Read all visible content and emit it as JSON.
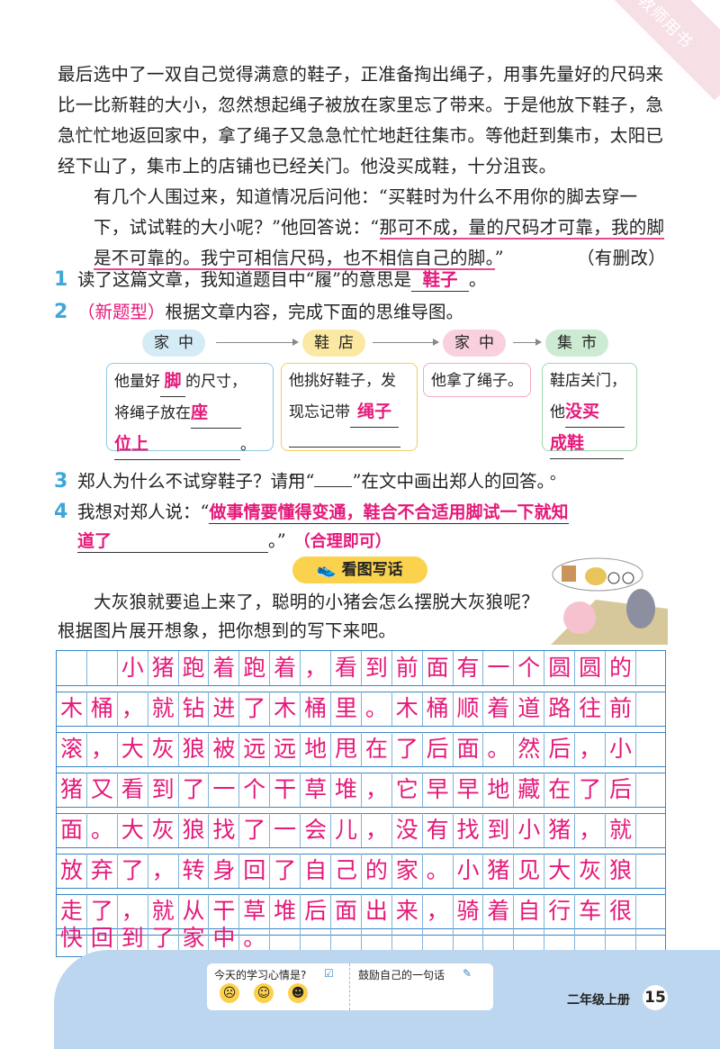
{
  "watermark": "教师用书",
  "passage": {
    "p1": "最后选中了一双自己觉得满意的鞋子，正准备掏出绳子，用事先量好的尺码来比一比新鞋的大小，忽然想起绳子被放在家里忘了带来。于是他放下鞋子，急急忙忙地返回家中，拿了绳子又急急忙忙地赶往集市。等他赶到集市，太阳已经下山了，集市上的店铺也已经关门。他没买成鞋，十分沮丧。",
    "p2_a": "有几个人围过来，知道情况后问他：“买鞋时为什么不用你的脚去穿一下，试试鞋的大小呢？”他回答说：“",
    "p2_u": "那可不成，量的尺码才可靠，我的脚是不可靠的。我宁可相信尺码，也不相信自己的脚。",
    "p2_b": "”",
    "note": "（有删改）"
  },
  "q1": {
    "num": "1",
    "text_a": "读了这篇文章，我知道题目中“履”的意思是",
    "answer": "鞋子",
    "text_b": "。"
  },
  "q2": {
    "num": "2",
    "tag": "（新题型）",
    "text": "根据文章内容，完成下面的思维导图。"
  },
  "mindmap": {
    "nodes": [
      "家中",
      "鞋店",
      "家中",
      "集市"
    ],
    "box1": {
      "a": "他量好",
      "ans1": "脚",
      "b": "的尺寸，",
      "c": "将绳子放在",
      "ans2a": "座",
      "ans2b": "位上",
      "d": "。"
    },
    "box2": {
      "a": "他挑好鞋子，发",
      "b": "现忘记带",
      "ans": "绳子",
      "c": "。"
    },
    "box3": {
      "a": "他拿了绳子。"
    },
    "box4": {
      "a": "鞋店关门，",
      "b": "他",
      "ans_a": "没买",
      "ans_b": "成鞋",
      "c": "。"
    }
  },
  "q3": {
    "num": "3",
    "text_a": "郑人为什么不试穿鞋子？请用“",
    "text_b": "”在文中画出郑人的回答。"
  },
  "q4": {
    "num": "4",
    "text_a": "我想对郑人说：“",
    "answer_a": "做事情要懂得变通，鞋合不合适用脚试一下就知",
    "answer_b": "道了",
    "text_b": "。”",
    "note": "（合理即可）"
  },
  "writing": {
    "title": "看图写话",
    "prompt1": "大灰狼就要追上来了，聪明的小猪会怎么摆脱大灰狼呢？",
    "prompt2": "根据图片展开想象，把你想到的写下来吧。",
    "rows": [
      "  小猪跑着跑着，看到前面有一个圆圆的",
      "木桶，就钻进了木桶里。木桶顺着道路往前",
      "滚，大灰狼被远远地甩在了后面。然后，小",
      "猪又看到了一个干草堆，它早早地藏在了后",
      "面。大灰狼找了一会儿，没有找到小猪，就",
      "放弃了，转身回了自己的家。小猪见大灰狼",
      "走了，就从干草堆后面出来，骑着自行车很",
      "快回到了家中。"
    ]
  },
  "footer": {
    "mood_label": "今天的学习心情是?",
    "encourage_label": "鼓励自己的一句话",
    "grade": "二年级上册",
    "page": "15"
  }
}
